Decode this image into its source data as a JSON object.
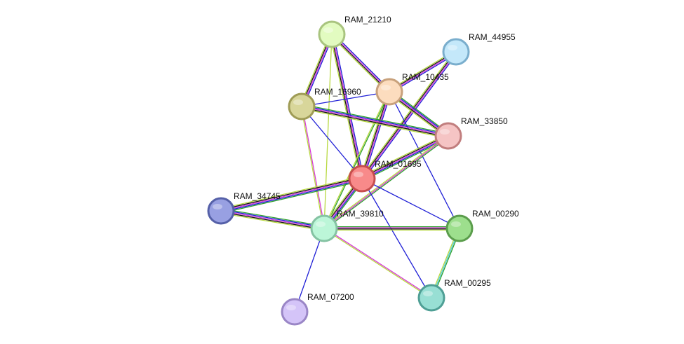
{
  "colors": {
    "neighborhood": "#2ca02c",
    "fusion": "#1f1fd6",
    "cooccurrence": "#2a2ae0",
    "coexpression": "#141414",
    "experiments": "#d63ad6",
    "databases": "#4fc9d9",
    "textmining": "#b8d940",
    "homology": "#a6a6ff"
  },
  "nodes": [
    {
      "id": "RAM_21210",
      "label": "RAM_21210",
      "fill": "#e2fbc0",
      "stroke": "#a9c47f"
    },
    {
      "id": "RAM_44955",
      "label": "RAM_44955",
      "fill": "#c4e8fa",
      "stroke": "#7aaecd"
    },
    {
      "id": "RAM_10435",
      "label": "RAM_10435",
      "fill": "#fcdcbe",
      "stroke": "#c8a17c"
    },
    {
      "id": "RAM_16960",
      "label": "RAM_16960",
      "fill": "#d8d69a",
      "stroke": "#9f9c56"
    },
    {
      "id": "RAM_33850",
      "label": "RAM_33850",
      "fill": "#f5c4c4",
      "stroke": "#c17e7e"
    },
    {
      "id": "RAM_01695",
      "label": "RAM_01695",
      "fill": "#f88a8a",
      "stroke": "#c64d4d"
    },
    {
      "id": "RAM_34745",
      "label": "RAM_34745",
      "fill": "#98a0e2",
      "stroke": "#5560a8"
    },
    {
      "id": "RAM_39810",
      "label": "RAM_39810",
      "fill": "#bcf6d8",
      "stroke": "#85c3a3"
    },
    {
      "id": "RAM_00290",
      "label": "RAM_00290",
      "fill": "#9ddf8d",
      "stroke": "#5b9d4c"
    },
    {
      "id": "RAM_00295",
      "label": "RAM_00295",
      "fill": "#98dfd4",
      "stroke": "#4f9f95"
    },
    {
      "id": "RAM_07200",
      "label": "RAM_07200",
      "fill": "#d4c4f8",
      "stroke": "#9a86c6"
    }
  ],
  "edges": [
    {
      "source": "RAM_21210",
      "target": "RAM_16960",
      "evidence": [
        "fusion",
        "experiments",
        "coexpression",
        "textmining"
      ]
    },
    {
      "source": "RAM_21210",
      "target": "RAM_10435",
      "evidence": [
        "fusion",
        "experiments",
        "coexpression",
        "textmining"
      ]
    },
    {
      "source": "RAM_21210",
      "target": "RAM_01695",
      "evidence": [
        "fusion",
        "experiments",
        "coexpression",
        "textmining"
      ]
    },
    {
      "source": "RAM_21210",
      "target": "RAM_39810",
      "evidence": [
        "textmining"
      ]
    },
    {
      "source": "RAM_44955",
      "target": "RAM_10435",
      "evidence": [
        "fusion",
        "experiments",
        "coexpression",
        "textmining"
      ]
    },
    {
      "source": "RAM_44955",
      "target": "RAM_01695",
      "evidence": [
        "fusion",
        "experiments",
        "coexpression",
        "textmining"
      ]
    },
    {
      "source": "RAM_10435",
      "target": "RAM_16960",
      "evidence": [
        "fusion"
      ]
    },
    {
      "source": "RAM_10435",
      "target": "RAM_33850",
      "evidence": [
        "neighborhood",
        "fusion",
        "experiments",
        "coexpression",
        "textmining"
      ]
    },
    {
      "source": "RAM_10435",
      "target": "RAM_01695",
      "evidence": [
        "fusion",
        "experiments",
        "coexpression",
        "textmining"
      ]
    },
    {
      "source": "RAM_10435",
      "target": "RAM_39810",
      "evidence": [
        "neighborhood",
        "textmining"
      ]
    },
    {
      "source": "RAM_10435",
      "target": "RAM_00290",
      "evidence": [
        "fusion"
      ]
    },
    {
      "source": "RAM_16960",
      "target": "RAM_33850",
      "evidence": [
        "neighborhood",
        "fusion",
        "experiments",
        "coexpression",
        "textmining"
      ]
    },
    {
      "source": "RAM_16960",
      "target": "RAM_01695",
      "evidence": [
        "fusion"
      ]
    },
    {
      "source": "RAM_16960",
      "target": "RAM_39810",
      "evidence": [
        "experiments",
        "textmining"
      ]
    },
    {
      "source": "RAM_33850",
      "target": "RAM_01695",
      "evidence": [
        "neighborhood",
        "fusion",
        "experiments",
        "coexpression",
        "textmining"
      ]
    },
    {
      "source": "RAM_33850",
      "target": "RAM_39810",
      "evidence": [
        "neighborhood",
        "experiments",
        "textmining"
      ]
    },
    {
      "source": "RAM_01695",
      "target": "RAM_34745",
      "evidence": [
        "neighborhood",
        "fusion",
        "experiments",
        "coexpression",
        "textmining"
      ]
    },
    {
      "source": "RAM_01695",
      "target": "RAM_39810",
      "evidence": [
        "neighborhood",
        "fusion",
        "experiments",
        "coexpression",
        "textmining"
      ]
    },
    {
      "source": "RAM_01695",
      "target": "RAM_00290",
      "evidence": [
        "fusion"
      ]
    },
    {
      "source": "RAM_01695",
      "target": "RAM_00295",
      "evidence": [
        "fusion"
      ]
    },
    {
      "source": "RAM_34745",
      "target": "RAM_39810",
      "evidence": [
        "neighborhood",
        "fusion",
        "experiments",
        "coexpression",
        "textmining"
      ]
    },
    {
      "source": "RAM_39810",
      "target": "RAM_00290",
      "evidence": [
        "neighborhood",
        "experiments",
        "coexpression",
        "textmining"
      ]
    },
    {
      "source": "RAM_39810",
      "target": "RAM_00295",
      "evidence": [
        "experiments",
        "textmining"
      ]
    },
    {
      "source": "RAM_39810",
      "target": "RAM_07200",
      "evidence": [
        "fusion"
      ]
    },
    {
      "source": "RAM_00290",
      "target": "RAM_00295",
      "evidence": [
        "neighborhood",
        "databases",
        "textmining"
      ]
    }
  ]
}
